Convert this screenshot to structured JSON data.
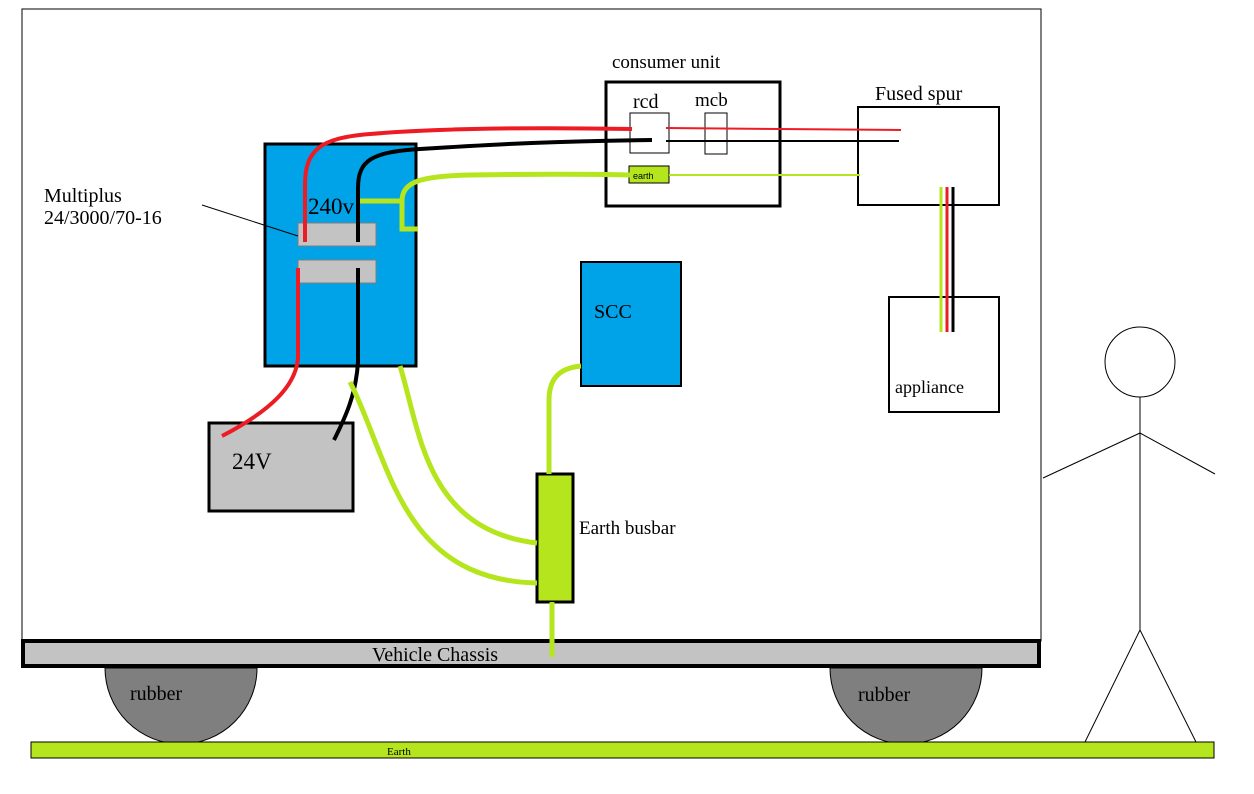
{
  "labels": {
    "multiplus_line1": "Multiplus",
    "multiplus_line2": "24/3000/70-16",
    "output_240v": "240v",
    "battery": "24V",
    "consumer_unit": "consumer unit",
    "rcd": "rcd",
    "mcb": "mcb",
    "cu_earth": "earth",
    "fused_spur": "Fused spur",
    "appliance": "appliance",
    "scc": "SCC",
    "earth_busbar": "Earth busbar",
    "chassis": "Vehicle Chassis",
    "rubber_left": "rubber",
    "rubber_right": "rubber",
    "ground_earth": "Earth"
  },
  "colors": {
    "live": "#ed1c24",
    "neutral": "#000000",
    "earth": "#b5e61d",
    "device_blue": "#00a2e8",
    "battery_grey": "#c3c3c3",
    "chassis_grey": "#c3c3c3",
    "rubber_grey": "#7f7f7f"
  }
}
